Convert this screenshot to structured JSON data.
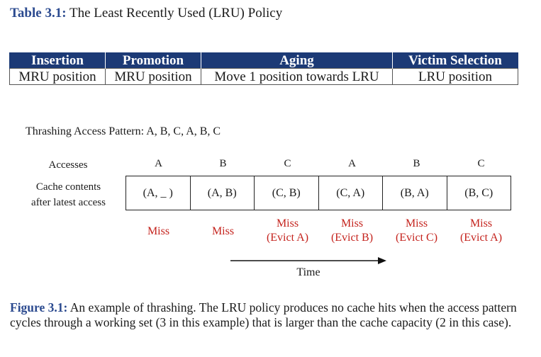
{
  "table_caption": {
    "label": "Table 3.1:",
    "text": "The Least Recently Used (LRU) Policy"
  },
  "policy_table": {
    "headers": [
      "Insertion",
      "Promotion",
      "Aging",
      "Victim Selection"
    ],
    "row": [
      "MRU position",
      "MRU position",
      "Move 1 position towards LRU",
      "LRU position"
    ]
  },
  "pattern_label": "Thrashing Access Pattern: A, B, C, A, B, C",
  "diagram": {
    "accesses_label": "Accesses",
    "contents_label_line1": "Cache contents",
    "contents_label_line2": "after latest access",
    "accesses": [
      "A",
      "B",
      "C",
      "A",
      "B",
      "C"
    ],
    "cache_contents": [
      "(A, _ )",
      "(A, B)",
      "(C, B)",
      "(C, A)",
      "(B, A)",
      "(B, C)"
    ],
    "results": [
      {
        "line1": "Miss",
        "line2": ""
      },
      {
        "line1": "Miss",
        "line2": ""
      },
      {
        "line1": "Miss",
        "line2": "(Evict A)"
      },
      {
        "line1": "Miss",
        "line2": "(Evict B)"
      },
      {
        "line1": "Miss",
        "line2": "(Evict C)"
      },
      {
        "line1": "Miss",
        "line2": "(Evict A)"
      }
    ],
    "time_label": "Time"
  },
  "figure_caption": {
    "label": "Figure 3.1:",
    "text": "An example of thrashing. The LRU policy produces no cache hits when the access pattern cycles through a working set (3 in this example) that is larger than the cache capacity (2 in this case)."
  },
  "colors": {
    "caption_label": "#2b4a8f",
    "table_header": "#1c3a76",
    "miss": "#c4221c"
  }
}
